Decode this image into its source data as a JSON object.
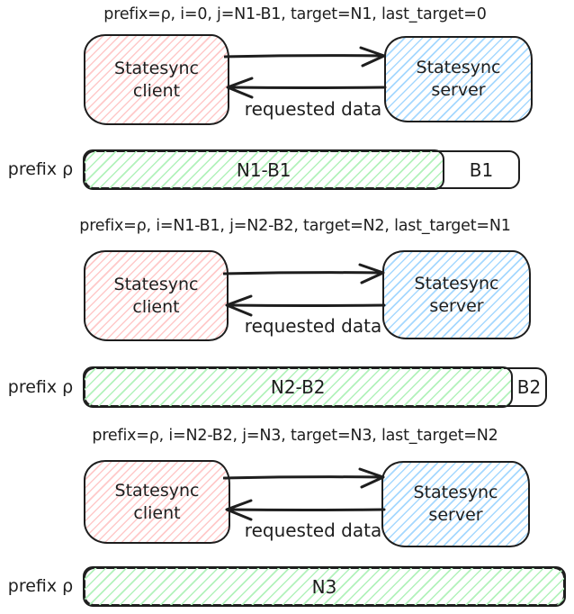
{
  "colors": {
    "stroke": "#1e1e1e",
    "client_hatch": "#ffc9c9",
    "server_hatch": "#a5d8ff",
    "synced_hatch": "#b2f2bb",
    "background": "#ffffff"
  },
  "panels": [
    {
      "title": "prefix=ρ, i=0, j=N1-B1, target=N1, last_target=0",
      "client_label": "Statesync client",
      "server_label": "Statesync server",
      "response_label": "requested data",
      "bar": {
        "prefix_label": "prefix ρ",
        "synced_label": "N1-B1",
        "remaining_label": "B1"
      }
    },
    {
      "title": "prefix=ρ, i=N1-B1, j=N2-B2, target=N2, last_target=N1",
      "client_label": "Statesync client",
      "server_label": "Statesync server",
      "response_label": "requested data",
      "bar": {
        "prefix_label": "prefix ρ",
        "synced_label": "N2-B2",
        "remaining_label": "B2"
      }
    },
    {
      "title": "prefix=ρ, i=N2-B2, j=N3, target=N3, last_target=N2",
      "client_label": "Statesync client",
      "server_label": "Statesync server",
      "response_label": "requested data",
      "bar": {
        "prefix_label": "prefix ρ",
        "synced_label": "N3",
        "remaining_label": ""
      }
    }
  ]
}
